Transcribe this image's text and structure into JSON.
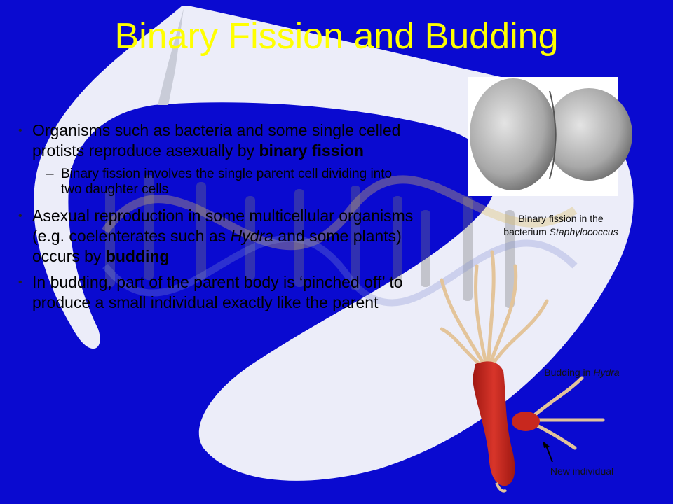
{
  "title": "Binary Fission and Budding",
  "bullets": {
    "b1_pre": "Organisms such as bacteria and some single  celled protists reproduce asexually by ",
    "b1_bold": "binary fission",
    "sub1": "Binary fission involves the single parent cell dividing into two daughter cells",
    "b2_pre": "Asexual reproduction in some multicellular organisms (e.g. coelenterates such as ",
    "b2_italic": "Hydra",
    "b2_mid": " and some plants) occurs by ",
    "b2_bold": "budding",
    "b3": "In budding, part of the parent body is ‘pinched off’ to produce a small individual exactly like the parent"
  },
  "captions": {
    "fission_line1": "Binary fission in the",
    "fission_line2_pre": "bacterium ",
    "fission_line2_italic": "Staphylococcus",
    "budding_pre": "Budding in ",
    "budding_italic": "Hydra",
    "new_individual": "New individual"
  },
  "colors": {
    "background": "#0a0ad0",
    "title": "#ffff00",
    "hydra": "#c8281e"
  }
}
